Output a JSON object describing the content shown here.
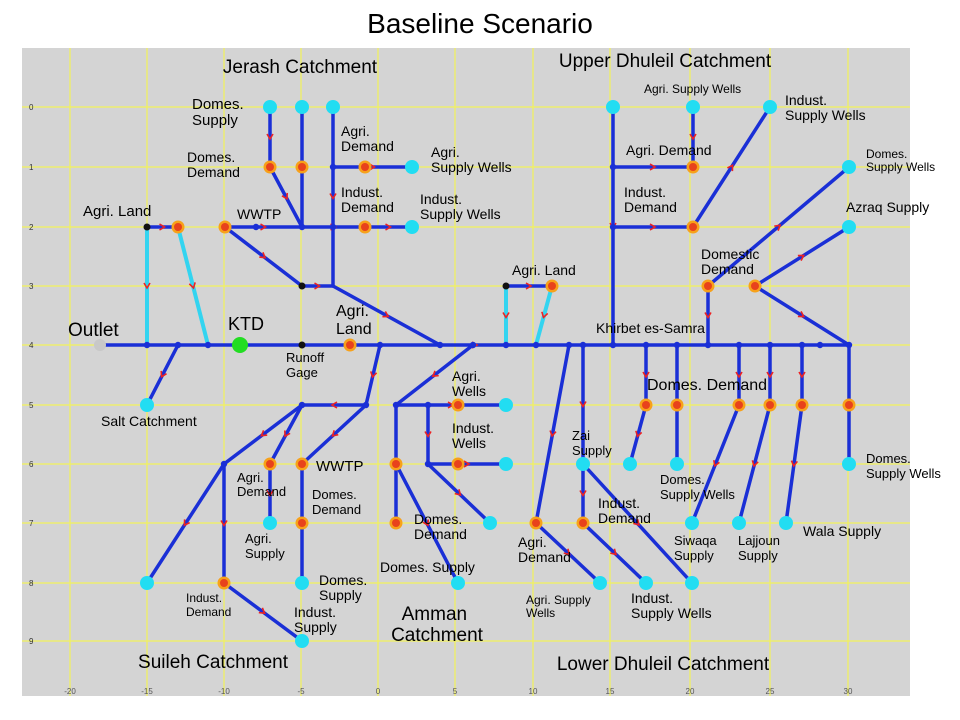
{
  "title": "Baseline  Scenario",
  "y_ticks": [
    "0",
    "1",
    "2",
    "3",
    "4",
    "5",
    "6",
    "7",
    "8",
    "9"
  ],
  "x_ticks": [
    "-20",
    "-15",
    "-10",
    "-5",
    "0",
    "5",
    "10",
    "15",
    "20",
    "25",
    "30"
  ],
  "catchments": {
    "jerash": "Jerash Catchment",
    "upper_dhuleil": "Upper Dhuleil Catchment",
    "amman": [
      "Amman",
      "Catchment"
    ],
    "suileh": "Suileh Catchment",
    "lower_dhuleil": "Lower Dhuleil Catchment"
  },
  "labels": {
    "outlet": "Outlet",
    "ktd": "KTD",
    "runoff_gage": [
      "Runoff",
      "Gage"
    ],
    "agri_land_left": "Agri. Land",
    "agri_land_mid": [
      "Agri.",
      "Land"
    ],
    "agri_land_right": "Agri. Land",
    "salt_catchment": "Salt Catchment",
    "khirbet": "Khirbet es-Samra",
    "j_domes_supply": [
      "Domes.",
      "Supply"
    ],
    "j_domes_demand": [
      "Domes.",
      "Demand"
    ],
    "j_wwtp": "WWTP",
    "j_agri_demand": [
      "Agri.",
      "Demand"
    ],
    "j_agri_supply_wells": [
      "Agri.",
      "Supply Wells"
    ],
    "j_indust_demand": [
      "Indust.",
      "Demand"
    ],
    "j_indust_supply_wells": [
      "Indust.",
      "Supply Wells"
    ],
    "u_agri_supply_wells": "Agri. Supply Wells",
    "u_indust_supply_wells": [
      "Indust.",
      "Supply Wells"
    ],
    "u_agri_demand": "Agri. Demand",
    "u_indust_demand": [
      "Indust.",
      "Demand"
    ],
    "u_domes_supply_wells": [
      "Domes.",
      "Supply Wells"
    ],
    "u_azraq": "Azraq Supply",
    "u_domestic_demand": [
      "Domestic",
      "Demand"
    ],
    "l_domes_demand": "Domes. Demand",
    "l_domes_supply_wells_right": [
      "Domes.",
      "Supply Wells"
    ],
    "l_zai": [
      "Zai",
      "Supply"
    ],
    "l_domes_supply_wells": [
      "Domes.",
      "Supply Wells"
    ],
    "l_indust_demand": [
      "Indust.",
      "Demand"
    ],
    "l_siwaqa": [
      "Siwaqa",
      "Supply"
    ],
    "l_lajjoun": [
      "Lajjoun",
      "Supply"
    ],
    "l_wala": "Wala Supply",
    "l_agri_demand": [
      "Agri.",
      "Demand"
    ],
    "l_agri_supply_wells": [
      "Agri. Supply",
      "Wells"
    ],
    "l_indust_supply_wells": [
      "Indust.",
      "Supply Wells"
    ],
    "a_agri_wells": [
      "Agri.",
      "Wells"
    ],
    "a_indust_wells": [
      "Indust.",
      "Wells"
    ],
    "a_domes_demand": [
      "Domes.",
      "Demand"
    ],
    "a_domes_supply": "Domes. Supply",
    "s_wwtp": "WWTP",
    "s_agri_demand": [
      "Agri.",
      "Demand"
    ],
    "s_domes_demand": [
      "Domes.",
      "Demand"
    ],
    "s_agri_supply": [
      "Agri.",
      "Supply"
    ],
    "s_domes_supply": [
      "Domes.",
      "Supply"
    ],
    "s_indust_demand": [
      "Indust.",
      "Demand"
    ],
    "s_indust_supply": [
      "Indust.",
      "Supply"
    ]
  },
  "colors": {
    "river": "#1a2fd6",
    "return_flow": "#33d4f0",
    "supply_node": "#22ddf2",
    "demand_node": "#e8421c",
    "demand_ring": "#f7a11a",
    "ktd_node": "#22dd22",
    "outlet_node": "#c8c8c8",
    "arrow": "#ee2222",
    "background": "#d4d4d4",
    "grid": "#f2f25a"
  }
}
